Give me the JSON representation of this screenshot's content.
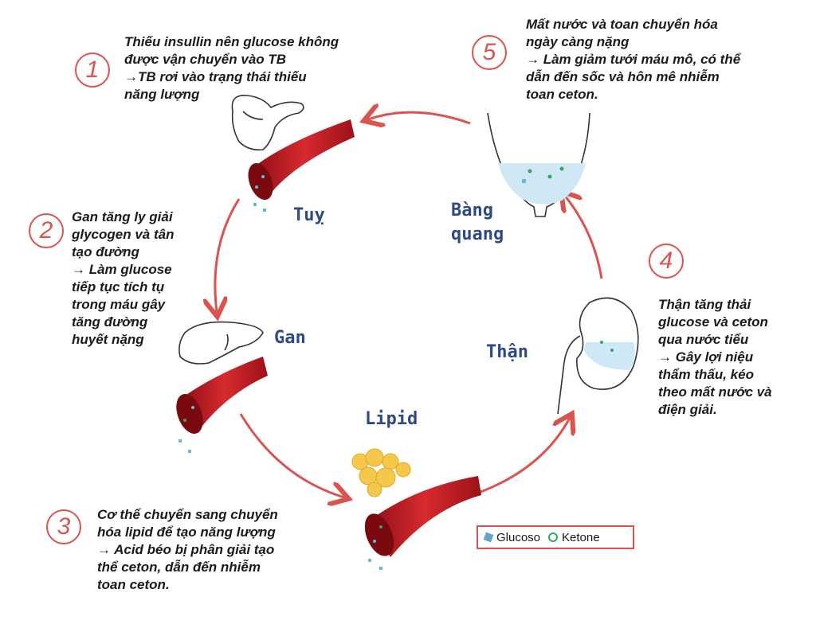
{
  "steps": [
    {
      "number": "1",
      "text": "Thiếu insullin nên glucose không\nđược vận chuyển vào TB\n→TB rơi vào trạng thái thiếu\nnăng lượng"
    },
    {
      "number": "2",
      "text": "Gan tăng ly giải\nglycogen và tân\ntạo đường\n→ Làm glucose\ntiếp tục tích tụ\ntrong máu gây\ntăng đường\nhuyết nặng"
    },
    {
      "number": "3",
      "text": "Cơ thể chuyển sang chuyển\nhóa lipid để tạo năng lượng\n→ Acid béo bị phân giải tạo\nthể ceton, dẫn đến nhiễm\ntoan ceton."
    },
    {
      "number": "4",
      "text": "Thận tăng thải\nglucose và ceton\nqua nước tiểu\n→ Gây lợi niệu\nthẩm thấu, kéo\ntheo mất nước và\nđiện giải."
    },
    {
      "number": "5",
      "text": "Mất nước và toan chuyển hóa\nngày càng nặng\n→ Làm giảm tưới máu mô, có thể\ndẫn đến sốc và hôn mê nhiễm\ntoan ceton."
    }
  ],
  "organs": {
    "pancreas": "Tuỵ",
    "liver": "Gan",
    "lipid": "Lipid",
    "kidney": "Thận",
    "bladder": "Bàng\nquang"
  },
  "legend": {
    "glucose": "Glucoso",
    "ketone": "Ketone"
  },
  "colors": {
    "accent": "#d9534f",
    "organ_label": "#2e4a86",
    "blood": "#b3131b",
    "fluid": "#cfe8f5"
  },
  "icons": [
    "pancreas-icon",
    "liver-icon",
    "kidney-icon",
    "bladder-icon",
    "fat-cells-icon",
    "blood-vessel-icon"
  ]
}
